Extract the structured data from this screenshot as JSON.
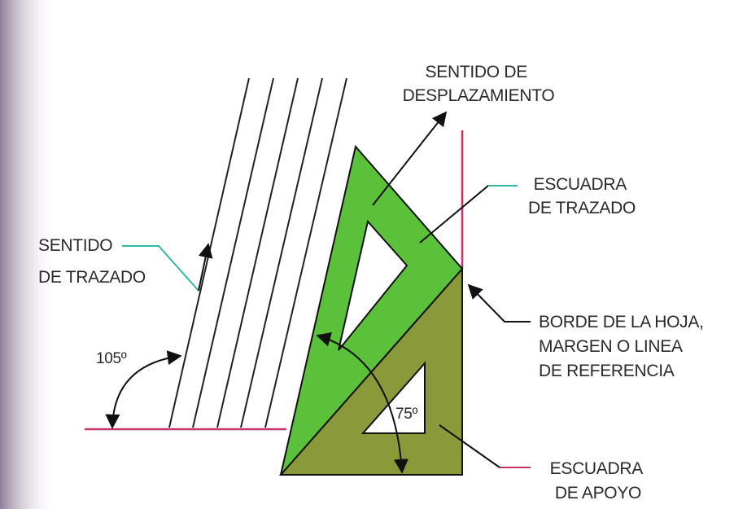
{
  "labels": {
    "sentido_desplazamiento": [
      "SENTIDO DE",
      "DESPLAZAMIENTO"
    ],
    "escuadra_trazado": [
      "ESCUADRA",
      "DE TRAZADO"
    ],
    "sentido_trazado": [
      "SENTIDO",
      "DE TRAZADO"
    ],
    "borde_hoja": [
      "BORDE DE LA HOJA,",
      "MARGEN O LINEA",
      "DE REFERENCIA"
    ],
    "escuadra_apoyo": [
      "ESCUADRA",
      "DE APOYO"
    ],
    "angle_105": "105º",
    "angle_75": "75º"
  },
  "colors": {
    "green_triangle": "#5cc13a",
    "olive_triangle": "#8a9a3a",
    "reference_line": "#c8326a",
    "leader_accent": "#2fb9a5",
    "ink": "#1a1a1a",
    "left_band": "#9a8aa2"
  }
}
